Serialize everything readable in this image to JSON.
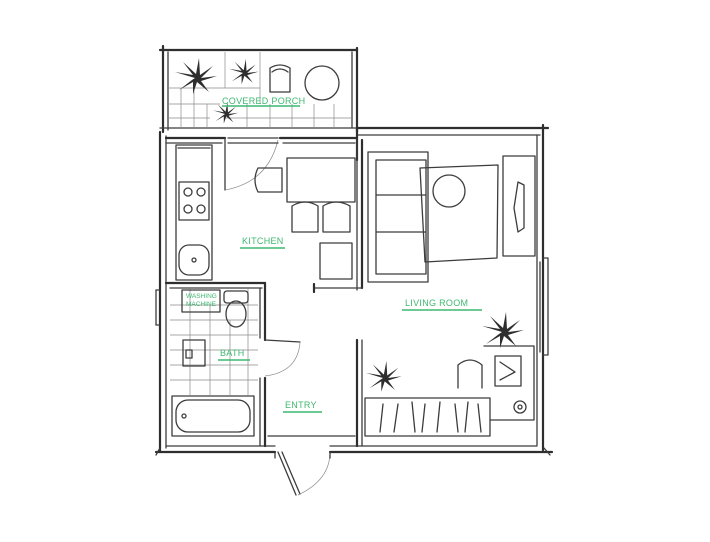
{
  "rooms": {
    "covered_porch": "COVERED PORCH",
    "kitchen": "KITCHEN",
    "washing_machine_line1": "WASHING",
    "washing_machine_line2": "MACHINE",
    "bath": "BATH",
    "living_room": "LIVING ROOM",
    "entry": "ENTRY"
  },
  "colors": {
    "label": "#3fb871",
    "line": "#3c3c3c",
    "background": "#ffffff"
  },
  "icons": [
    "plant-icon",
    "stove-icon",
    "sink-icon",
    "toilet-icon",
    "bathtub-icon",
    "sofa-icon",
    "chair-icon",
    "door-swing-icon"
  ]
}
